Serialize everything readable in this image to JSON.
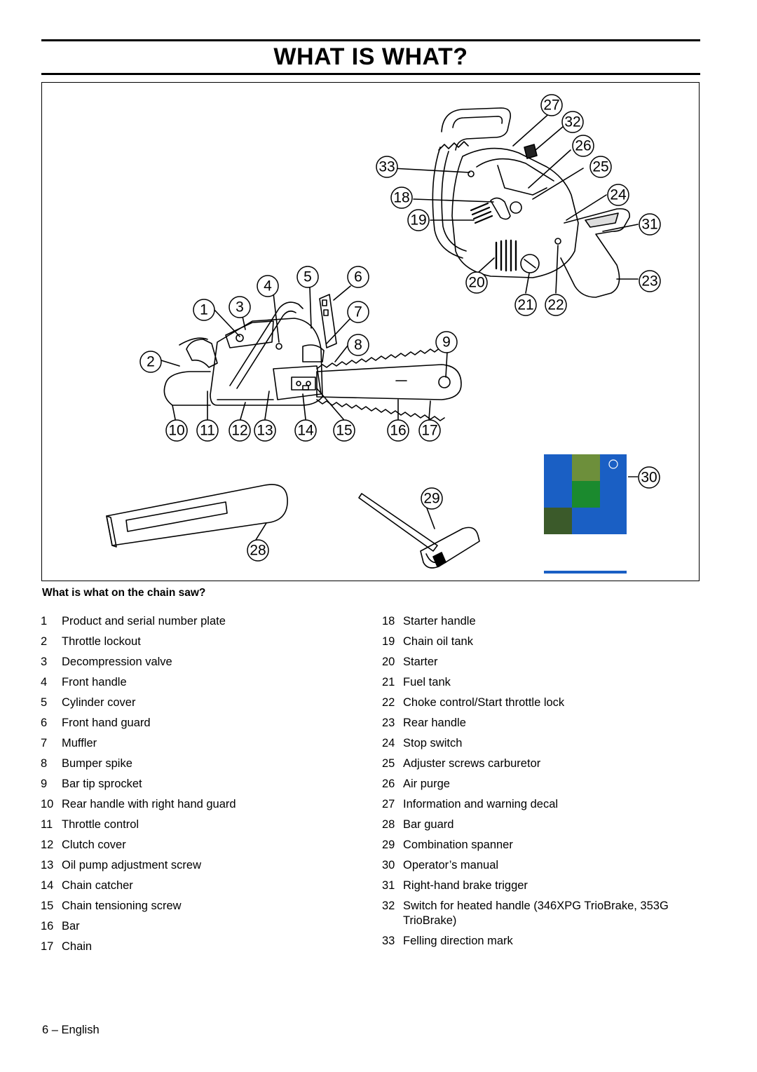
{
  "page": {
    "title": "WHAT IS WHAT?",
    "footer": "6 – English"
  },
  "figure": {
    "callouts": [
      "1",
      "2",
      "3",
      "4",
      "5",
      "6",
      "7",
      "8",
      "9",
      "10",
      "11",
      "12",
      "13",
      "14",
      "15",
      "16",
      "17",
      "18",
      "19",
      "20",
      "21",
      "22",
      "23",
      "24",
      "25",
      "26",
      "27",
      "28",
      "29",
      "30",
      "31",
      "32",
      "33"
    ],
    "manual_cover_colors": [
      "#1a5fc4",
      "#6d8f3b",
      "#1b8a2e"
    ]
  },
  "section": {
    "heading": "What is what on the chain saw?"
  },
  "legend_left": [
    {
      "num": "1",
      "text": "Product and serial number plate"
    },
    {
      "num": "2",
      "text": "Throttle lockout"
    },
    {
      "num": "3",
      "text": "Decompression valve"
    },
    {
      "num": "4",
      "text": "Front handle"
    },
    {
      "num": "5",
      "text": "Cylinder cover"
    },
    {
      "num": "6",
      "text": "Front hand guard"
    },
    {
      "num": "7",
      "text": "Muffler"
    },
    {
      "num": "8",
      "text": "Bumper spike"
    },
    {
      "num": "9",
      "text": "Bar tip sprocket"
    },
    {
      "num": "10",
      "text": "Rear handle with right hand guard"
    },
    {
      "num": "11",
      "text": "Throttle control"
    },
    {
      "num": "12",
      "text": "Clutch cover"
    },
    {
      "num": "13",
      "text": "Oil pump adjustment screw"
    },
    {
      "num": "14",
      "text": "Chain catcher"
    },
    {
      "num": "15",
      "text": "Chain tensioning screw"
    },
    {
      "num": "16",
      "text": "Bar"
    },
    {
      "num": "17",
      "text": "Chain"
    }
  ],
  "legend_right": [
    {
      "num": "18",
      "text": "Starter handle"
    },
    {
      "num": "19",
      "text": "Chain oil tank"
    },
    {
      "num": "20",
      "text": "Starter"
    },
    {
      "num": "21",
      "text": "Fuel tank"
    },
    {
      "num": "22",
      "text": "Choke control/Start throttle lock"
    },
    {
      "num": "23",
      "text": "Rear handle"
    },
    {
      "num": "24",
      "text": "Stop switch"
    },
    {
      "num": "25",
      "text": "Adjuster screws carburetor"
    },
    {
      "num": "26",
      "text": "Air purge"
    },
    {
      "num": "27",
      "text": "Information and warning decal"
    },
    {
      "num": "28",
      "text": "Bar guard"
    },
    {
      "num": "29",
      "text": "Combination spanner"
    },
    {
      "num": "30",
      "text": "Operator’s manual"
    },
    {
      "num": "31",
      "text": "Right-hand brake trigger"
    },
    {
      "num": "32",
      "text": "Switch for heated handle (346XPG TrioBrake, 353G TrioBrake)"
    },
    {
      "num": "33",
      "text": "Felling direction mark"
    }
  ]
}
